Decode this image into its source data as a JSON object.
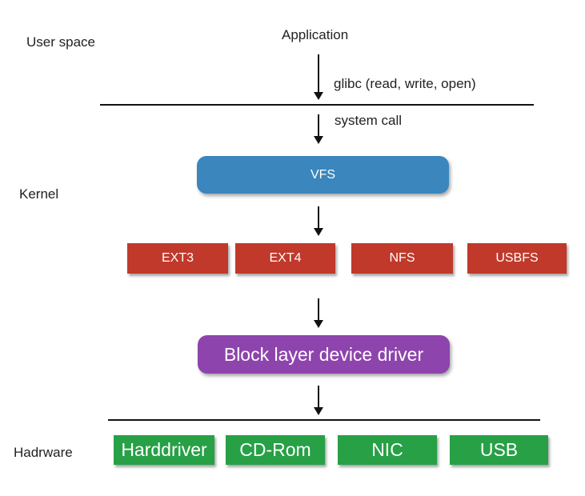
{
  "labels": {
    "user_space": "User space",
    "kernel": "Kernel",
    "hardware": "Hadrware"
  },
  "flow": {
    "application": "Application",
    "glibc": "glibc (read, write, open)",
    "system_call": "system call",
    "vfs": "VFS",
    "filesystems": [
      "EXT3",
      "EXT4",
      "NFS",
      "USBFS"
    ],
    "block_layer": "Block layer device driver",
    "hardware_devices": [
      "Harddriver",
      "CD-Rom",
      "NIC",
      "USB"
    ]
  },
  "colors": {
    "vfs": "#3a86bd",
    "filesystem": "#c0392b",
    "block_layer": "#8e44ad",
    "hardware": "#27a046",
    "line": "#111111"
  }
}
